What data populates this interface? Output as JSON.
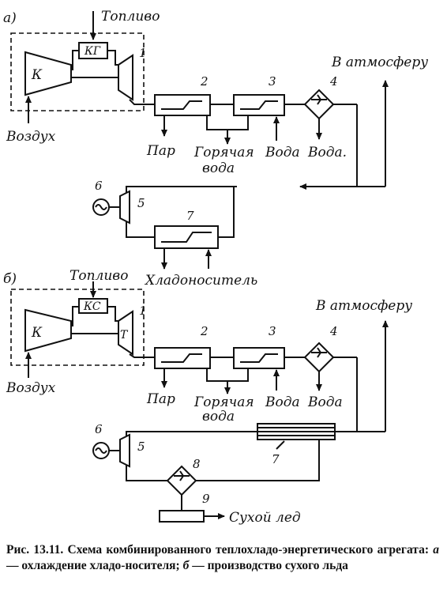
{
  "panel_a": {
    "tag": "а)",
    "fuel": "Топливо",
    "chamber": "КГ",
    "compressor": "К",
    "unit_1": "1",
    "air": "Воздух",
    "atmosphere": "В атмосферу",
    "unit_2": "2",
    "unit_3": "3",
    "unit_4": "4",
    "steam": "Пар",
    "hot_water_1": "Горячая",
    "hot_water_2": "вода",
    "water_1": "Вода",
    "water_2": "Вода.",
    "unit_6": "6",
    "unit_5": "5",
    "unit_7": "7",
    "coolant": "Хладоноситель"
  },
  "panel_b": {
    "tag": "б)",
    "fuel": "Топливо",
    "chamber": "КС",
    "compressor": "К",
    "turbine": "Т",
    "unit_1": "1",
    "air": "Воздух",
    "atmosphere": "В атмосферу",
    "unit_2": "2",
    "unit_3": "3",
    "unit_4": "4",
    "steam": "Пар",
    "hot_water_1": "Горячая",
    "hot_water_2": "вода",
    "water_1": "Вода",
    "water_2": "Вода",
    "unit_6": "6",
    "unit_5": "5",
    "unit_7": "7",
    "unit_8": "8",
    "unit_9": "9",
    "dry_ice": "Сухой лед"
  },
  "caption": {
    "prefix": "Рис. 13.11.",
    "text": "Схема комбинированного теплохладо-энергетического агрегата:",
    "a_key": "а",
    "a_text": "— охлаждение хладо-носителя;",
    "b_key": "б",
    "b_text": "— производство сухого льда"
  }
}
